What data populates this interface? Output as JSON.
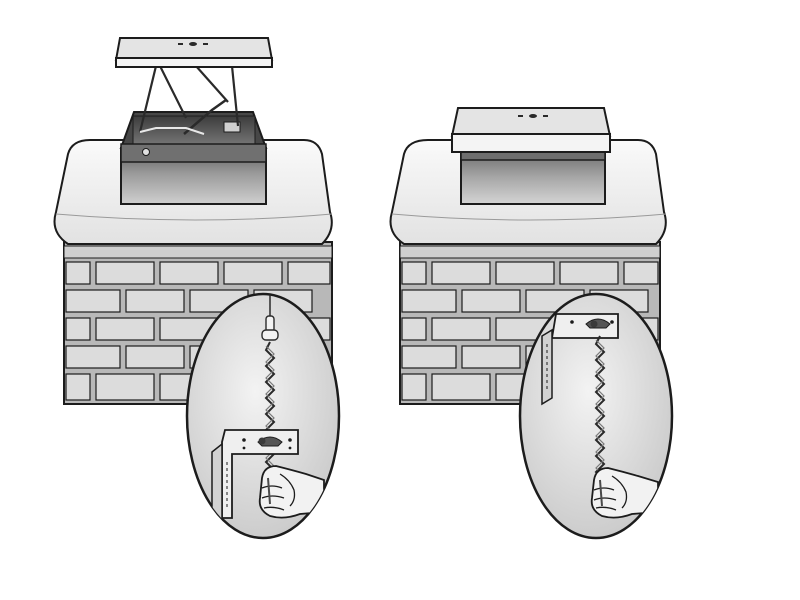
{
  "illustration": {
    "panels": [
      {
        "state": "damper-open",
        "detail": "chain-pulled-down"
      },
      {
        "state": "damper-closed",
        "detail": "chain-released-up"
      }
    ],
    "colors": {
      "line": "#1c1c1c",
      "crown_fill": "#ececec",
      "brick_fill": "#dcdcdc",
      "mortar_fill": "#b8b8b8",
      "damper_fill": "#e4e4e4",
      "housing_dark": "#6a6a6a",
      "housing_light": "#b4b4b4",
      "lens_fill": "#d9d9d9",
      "chain_fill": "#f2f2f2"
    },
    "icons": [
      "chimney-icon",
      "damper-lid-icon",
      "spring-icon",
      "bracket-icon",
      "chain-icon",
      "hand-icon"
    ]
  }
}
